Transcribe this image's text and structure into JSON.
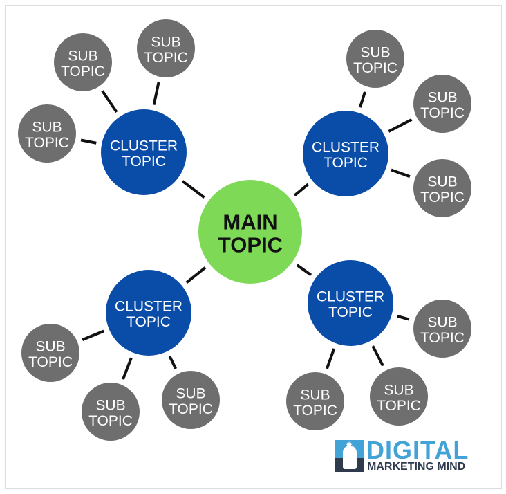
{
  "main": {
    "line1": "MAIN",
    "line2": "TOPIC",
    "color": "#7ed957"
  },
  "clusters": [
    {
      "line1": "CLUSTER",
      "line2": "TOPIC",
      "subs": [
        {
          "line1": "SUB",
          "line2": "TOPIC"
        },
        {
          "line1": "SUB",
          "line2": "TOPIC"
        },
        {
          "line1": "SUB",
          "line2": "TOPIC"
        }
      ]
    },
    {
      "line1": "CLUSTER",
      "line2": "TOPIC",
      "subs": [
        {
          "line1": "SUB",
          "line2": "TOPIC"
        },
        {
          "line1": "SUB",
          "line2": "TOPIC"
        },
        {
          "line1": "SUB",
          "line2": "TOPIC"
        }
      ]
    },
    {
      "line1": "CLUSTER",
      "line2": "TOPIC",
      "subs": [
        {
          "line1": "SUB",
          "line2": "TOPIC"
        },
        {
          "line1": "SUB",
          "line2": "TOPIC"
        },
        {
          "line1": "SUB",
          "line2": "TOPIC"
        }
      ]
    },
    {
      "line1": "CLUSTER",
      "line2": "TOPIC",
      "subs": [
        {
          "line1": "SUB",
          "line2": "TOPIC"
        },
        {
          "line1": "SUB",
          "line2": "TOPIC"
        },
        {
          "line1": "SUB",
          "line2": "TOPIC"
        }
      ]
    }
  ],
  "colors": {
    "cluster": "#0a4da8",
    "sub": "#6e6e6e",
    "line": "#111111"
  },
  "logo": {
    "line1": "DIGITAL",
    "line2": "MARKETING MIND"
  }
}
